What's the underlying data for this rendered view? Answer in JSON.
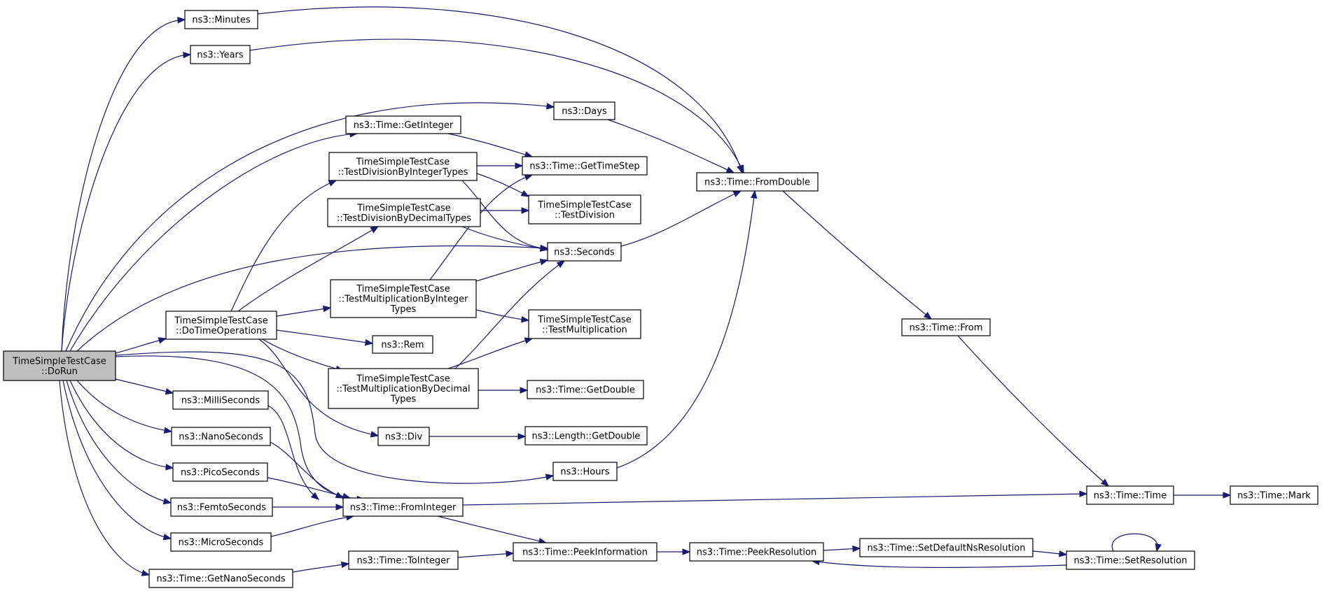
{
  "colors": {
    "edge": "#191970",
    "root_fill": "#bfbfbf",
    "node_fill": "#ffffff"
  },
  "nodes": [
    {
      "id": "dorun",
      "lines": [
        "TimeSimpleTestCase",
        "::DoRun"
      ],
      "root": true
    },
    {
      "id": "minutes",
      "lines": [
        "ns3::Minutes"
      ]
    },
    {
      "id": "years",
      "lines": [
        "ns3::Years"
      ]
    },
    {
      "id": "getinteger",
      "lines": [
        "ns3::Time::GetInteger"
      ]
    },
    {
      "id": "days",
      "lines": [
        "ns3::Days"
      ]
    },
    {
      "id": "testdivint",
      "lines": [
        "TimeSimpleTestCase",
        "::TestDivisionByIntegerTypes"
      ]
    },
    {
      "id": "gettimestep",
      "lines": [
        "ns3::Time::GetTimeStep"
      ]
    },
    {
      "id": "fromdouble",
      "lines": [
        "ns3::Time::FromDouble"
      ]
    },
    {
      "id": "testdivdec",
      "lines": [
        "TimeSimpleTestCase",
        "::TestDivisionByDecimalTypes"
      ]
    },
    {
      "id": "testdivision",
      "lines": [
        "TimeSimpleTestCase",
        "::TestDivision"
      ]
    },
    {
      "id": "seconds",
      "lines": [
        "ns3::Seconds"
      ]
    },
    {
      "id": "testmulint",
      "lines": [
        "TimeSimpleTestCase",
        "::TestMultiplicationByInteger",
        "Types"
      ]
    },
    {
      "id": "dotimeops",
      "lines": [
        "TimeSimpleTestCase",
        "::DoTimeOperations"
      ]
    },
    {
      "id": "testmultiplication",
      "lines": [
        "TimeSimpleTestCase",
        "::TestMultiplication"
      ]
    },
    {
      "id": "from",
      "lines": [
        "ns3::Time::From"
      ]
    },
    {
      "id": "rem",
      "lines": [
        "ns3::Rem"
      ]
    },
    {
      "id": "testmuldec",
      "lines": [
        "TimeSimpleTestCase",
        "::TestMultiplicationByDecimal",
        "Types"
      ]
    },
    {
      "id": "getdouble",
      "lines": [
        "ns3::Time::GetDouble"
      ]
    },
    {
      "id": "milliseconds",
      "lines": [
        "ns3::MilliSeconds"
      ]
    },
    {
      "id": "nanoseconds",
      "lines": [
        "ns3::NanoSeconds"
      ]
    },
    {
      "id": "div",
      "lines": [
        "ns3::Div"
      ]
    },
    {
      "id": "lengthgetdouble",
      "lines": [
        "ns3::Length::GetDouble"
      ]
    },
    {
      "id": "picoseconds",
      "lines": [
        "ns3::PicoSeconds"
      ]
    },
    {
      "id": "hours",
      "lines": [
        "ns3::Hours"
      ]
    },
    {
      "id": "femtoseconds",
      "lines": [
        "ns3::FemtoSeconds"
      ]
    },
    {
      "id": "frominteger",
      "lines": [
        "ns3::Time::FromInteger"
      ]
    },
    {
      "id": "time",
      "lines": [
        "ns3::Time::Time"
      ]
    },
    {
      "id": "mark",
      "lines": [
        "ns3::Time::Mark"
      ]
    },
    {
      "id": "microseconds",
      "lines": [
        "ns3::MicroSeconds"
      ]
    },
    {
      "id": "peekinformation",
      "lines": [
        "ns3::Time::PeekInformation"
      ]
    },
    {
      "id": "peekresolution",
      "lines": [
        "ns3::Time::PeekResolution"
      ]
    },
    {
      "id": "setdefaultns",
      "lines": [
        "ns3::Time::SetDefaultNsResolution"
      ]
    },
    {
      "id": "setresolution",
      "lines": [
        "ns3::Time::SetResolution"
      ]
    },
    {
      "id": "getnanoseconds",
      "lines": [
        "ns3::Time::GetNanoSeconds"
      ]
    },
    {
      "id": "tointeger",
      "lines": [
        "ns3::Time::ToInteger"
      ]
    }
  ],
  "edges": [
    [
      "dorun",
      "minutes"
    ],
    [
      "dorun",
      "years"
    ],
    [
      "dorun",
      "days"
    ],
    [
      "dorun",
      "getinteger"
    ],
    [
      "dorun",
      "seconds"
    ],
    [
      "dorun",
      "dotimeops"
    ],
    [
      "dorun",
      "milliseconds"
    ],
    [
      "dorun",
      "nanoseconds"
    ],
    [
      "dorun",
      "picoseconds"
    ],
    [
      "dorun",
      "femtoseconds"
    ],
    [
      "dorun",
      "microseconds"
    ],
    [
      "dorun",
      "getnanoseconds"
    ],
    [
      "dorun",
      "hours"
    ],
    [
      "dorun",
      "frominteger"
    ],
    [
      "minutes",
      "fromdouble"
    ],
    [
      "years",
      "fromdouble"
    ],
    [
      "days",
      "fromdouble"
    ],
    [
      "seconds",
      "fromdouble"
    ],
    [
      "hours",
      "fromdouble"
    ],
    [
      "getinteger",
      "gettimestep"
    ],
    [
      "testdivint",
      "gettimestep"
    ],
    [
      "testdivint",
      "testdivision"
    ],
    [
      "testdivint",
      "seconds"
    ],
    [
      "testdivdec",
      "testdivision"
    ],
    [
      "testdivdec",
      "seconds"
    ],
    [
      "testmulint",
      "gettimestep"
    ],
    [
      "testmulint",
      "seconds"
    ],
    [
      "testmulint",
      "testmultiplication"
    ],
    [
      "testmuldec",
      "seconds"
    ],
    [
      "testmuldec",
      "testmultiplication"
    ],
    [
      "testmuldec",
      "getdouble"
    ],
    [
      "dotimeops",
      "testdivint"
    ],
    [
      "dotimeops",
      "testdivdec"
    ],
    [
      "dotimeops",
      "testmulint"
    ],
    [
      "dotimeops",
      "rem"
    ],
    [
      "dotimeops",
      "testmuldec"
    ],
    [
      "dotimeops",
      "div"
    ],
    [
      "div",
      "lengthgetdouble"
    ],
    [
      "fromdouble",
      "from"
    ],
    [
      "from",
      "time"
    ],
    [
      "time",
      "mark"
    ],
    [
      "milliseconds",
      "frominteger"
    ],
    [
      "nanoseconds",
      "frominteger"
    ],
    [
      "picoseconds",
      "frominteger"
    ],
    [
      "femtoseconds",
      "frominteger"
    ],
    [
      "microseconds",
      "frominteger"
    ],
    [
      "frominteger",
      "time"
    ],
    [
      "frominteger",
      "peekinformation"
    ],
    [
      "getnanoseconds",
      "tointeger"
    ],
    [
      "tointeger",
      "peekinformation"
    ],
    [
      "peekinformation",
      "peekresolution"
    ],
    [
      "peekresolution",
      "setdefaultns"
    ],
    [
      "setdefaultns",
      "setresolution"
    ],
    [
      "setresolution",
      "peekresolution"
    ],
    [
      "setresolution",
      "setresolution"
    ]
  ]
}
